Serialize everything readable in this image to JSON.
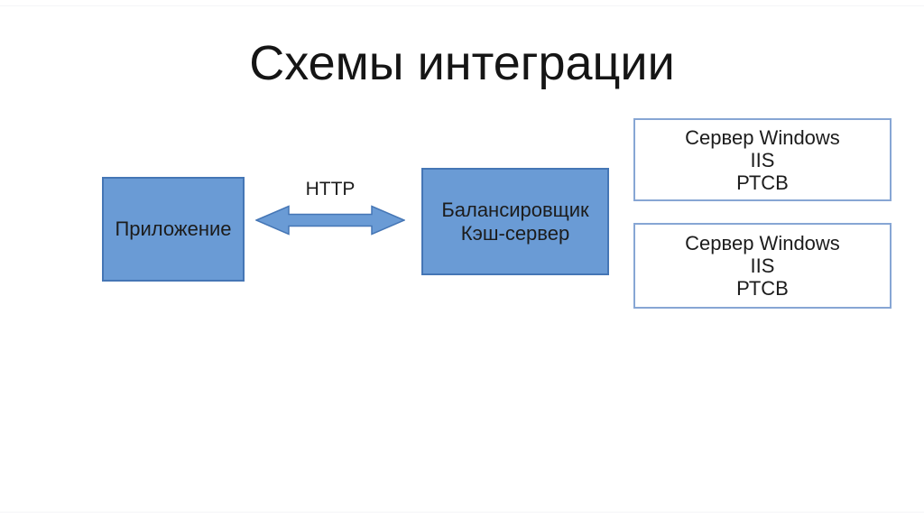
{
  "slide": {
    "title": "Схемы интеграции"
  },
  "diagram": {
    "app_node": {
      "label": "Приложение"
    },
    "link": {
      "label": "HTTP",
      "icon": "double-headed-horizontal-arrow"
    },
    "balancer_node": {
      "lines": [
        "Балансировщик",
        "Кэш-сервер"
      ]
    },
    "server_nodes": [
      {
        "lines": [
          "Сервер Windows",
          "IIS",
          "РТСВ"
        ]
      },
      {
        "lines": [
          "Сервер Windows",
          "IIS",
          "РТСВ"
        ]
      }
    ]
  },
  "colors": {
    "background": "#ffffff",
    "node_fill": "#6a9bd5",
    "node_border": "#4576b5",
    "server_node_border": "#87a6d4",
    "text": "#1c1c1c"
  }
}
